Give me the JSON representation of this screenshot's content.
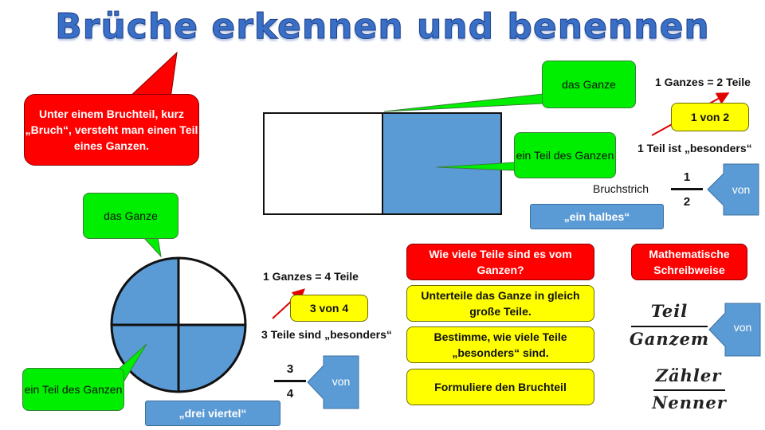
{
  "title": "Brüche erkennen und benennen",
  "intro_callout": "Unter einem Bruchteil, kurz „Bruch“, versteht man einen Teil eines Ganzen.",
  "rect_example": {
    "whole_callout": "das Ganze",
    "part_callout": "ein Teil des Ganzen",
    "whole_text": "1 Ganzes = 2 Teile",
    "count_box": "1 von 2",
    "special_text": "1 Teil ist „besonders“",
    "fraction_line_label": "Bruchstrich",
    "numerator": "1",
    "denominator": "2",
    "von_label": "von",
    "name_label": "„ein halbes“"
  },
  "circle_example": {
    "whole_callout": "das Ganze",
    "part_callout": "ein Teil des Ganzen",
    "whole_text": "1 Ganzes = 4 Teile",
    "count_box": "3 von 4",
    "special_text": "3 Teile sind „besonders“",
    "numerator": "3",
    "denominator": "4",
    "von_label": "von",
    "name_label": "„drei viertel“"
  },
  "steps": {
    "question": "Wie viele  Teile sind es vom Ganzen?",
    "step1": "Unterteile das Ganze in gleich große Teile.",
    "step2": "Bestimme, wie viele Teile „besonders“ sind.",
    "step3": "Formuliere den Bruchteil"
  },
  "math": {
    "header": "Mathematische Schreibweise",
    "term1_top": "Teil",
    "term1_bottom": "Ganzem",
    "von_label": "von",
    "term2_top": "Zähler",
    "term2_bottom": "Nenner"
  },
  "colors": {
    "filled": "#5b9bd5",
    "callout_red": "#ff0000",
    "callout_green": "#00ee00",
    "box_yellow": "#ffff00",
    "title_blue": "#3a6fc7"
  }
}
